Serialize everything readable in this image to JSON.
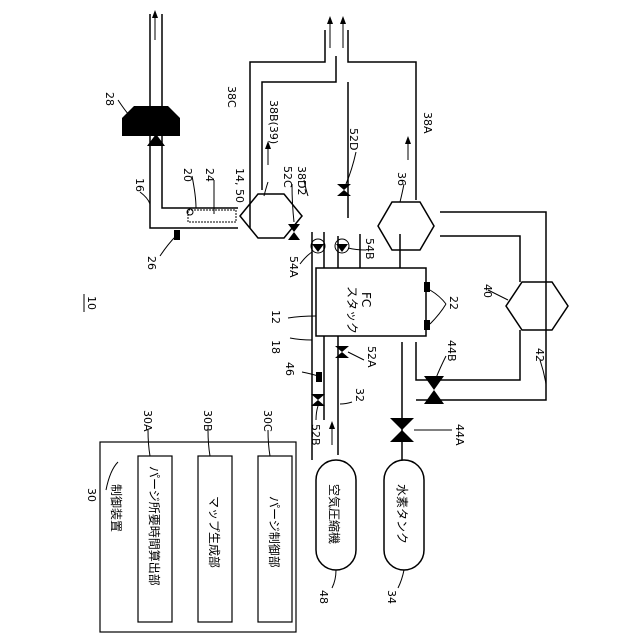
{
  "figure": {
    "system_ref": "10"
  },
  "controller": {
    "ref": "30",
    "title": "制御装置",
    "units": [
      {
        "ref": "30A",
        "label": "パージ所要時間算出部"
      },
      {
        "ref": "30B",
        "label": "マップ生成部"
      },
      {
        "ref": "30C",
        "label": "パージ制御部"
      }
    ]
  },
  "stack": {
    "ref": "12",
    "line1": "FC",
    "line2": "スタック",
    "port_ref": "22"
  },
  "tanks": {
    "compressor": {
      "ref": "48",
      "label": "空気圧縮機"
    },
    "hydrogen": {
      "ref": "34",
      "label": "水素タンク"
    }
  },
  "refs": {
    "r14_50": "14, 50",
    "r16": "16",
    "r18": "18",
    "r20": "20",
    "r24": "24",
    "r26": "26",
    "r28": "28",
    "r32": "32",
    "r36": "36",
    "r38A": "38A",
    "r38B": "38B(39)",
    "r38C": "38C",
    "r38D2": "38D2",
    "r40": "40",
    "r42": "42",
    "r44A": "44A",
    "r44B": "44B",
    "r46": "46",
    "r52A": "52A",
    "r52B": "52B",
    "r52C": "52C",
    "r52D": "52D",
    "r54A": "54A",
    "r54B": "54B"
  }
}
